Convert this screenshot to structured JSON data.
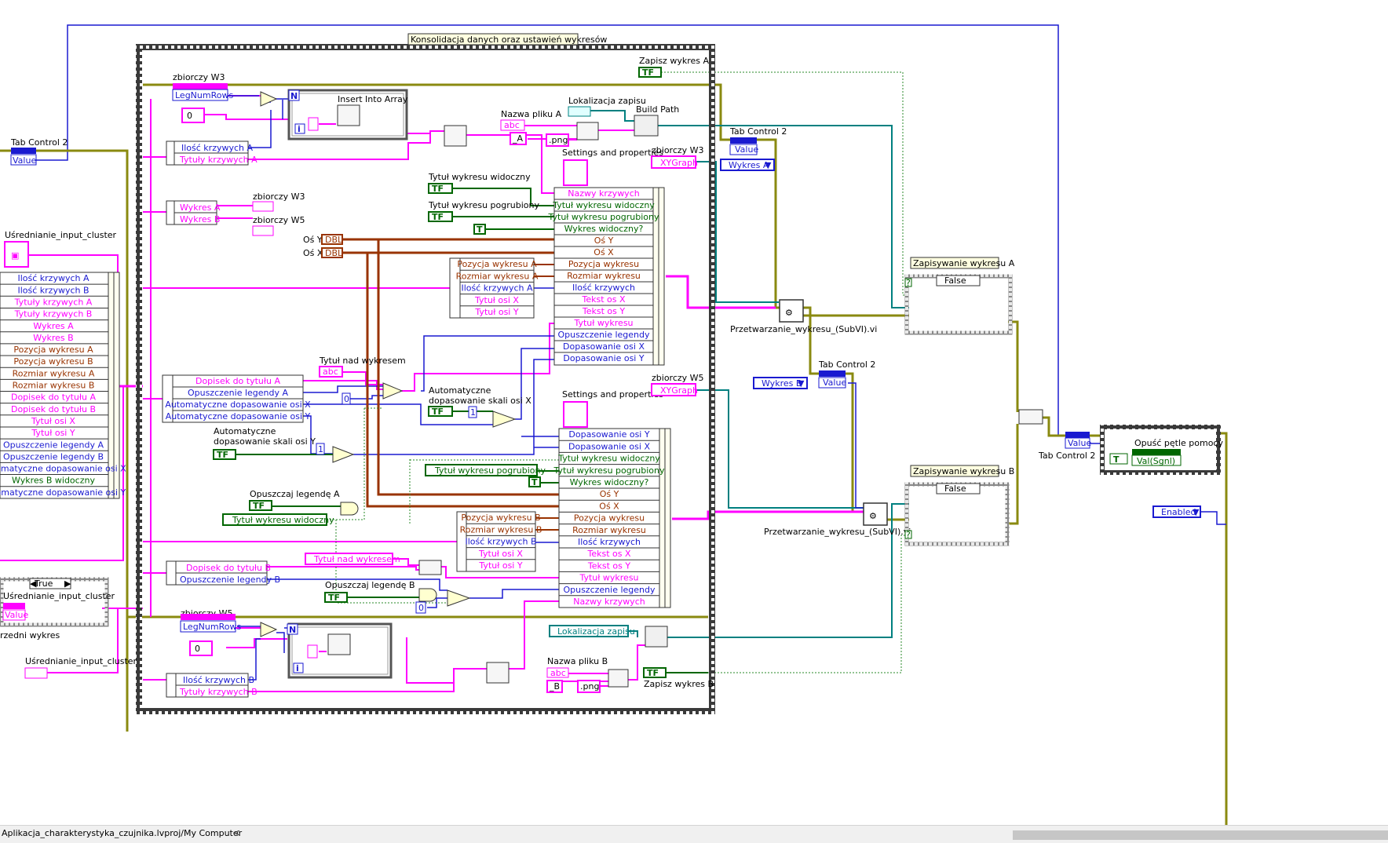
{
  "colors": {
    "wire_blue": "#1a1ad0",
    "wire_pink": "#ff00ff",
    "wire_green": "#006600",
    "wire_brown": "#993300",
    "wire_teal": "#008080",
    "wire_olive": "#6b6b00",
    "frame": "#303030"
  },
  "icon_names": [
    "gear-icon",
    "cluster-icon",
    "build-path-icon",
    "bundle-icon",
    "compound-arithmetic-icon",
    "and-icon",
    "decrement-icon"
  ],
  "diagram": {
    "sequence_title": "Konsolidacja danych oraz ustawień wykresów",
    "tab_control_left": "Tab Control 2",
    "value": "Value",
    "usr_input_cluster": "Uśrednianie_input_cluster",
    "big_cluster_items": [
      "Ilość krzywych A",
      "Ilość krzywych B",
      "Tytuły krzywych A",
      "Tytuły krzywych B",
      "Wykres A",
      "Wykres B",
      "Pozycja wykresu A",
      "Pozycja wykresu B",
      "Rozmiar wykresu A",
      "Rozmiar wykresu B",
      "Dopisek do tytułu A",
      "Dopisek do tytułu B",
      "Tytuł osi X",
      "Tytuł osi Y",
      "Opuszczenie legendy A",
      "Opuszczenie legendy B",
      "Automatyczne dopasowanie osi X",
      "Wykres B widoczny",
      "Automatyczne dopasowanie osi Y"
    ],
    "case_true_label": "True",
    "usr_input_cluster2": "Uśrednianie_input_cluster",
    "value2": "Value",
    "sredni_wykres": "rzedni wykres",
    "usr_input_cluster3": "Uśrednianie_input_cluster",
    "zbiorczy_w3": "zbiorczy W3",
    "leg_num_rows": "LegNumRows",
    "insert_into_array": "Insert Into Array",
    "const_zero": "0",
    "const_n": "N",
    "const_i": "i",
    "unb_a_items": [
      "Ilość krzywych A",
      "Tytuły krzywych A"
    ],
    "unb_wykres_items": [
      "Wykres A",
      "Wykres B"
    ],
    "zbiorczy_w3_b": "zbiorczy W3",
    "zbiorczy_w5_b": "zbiorczy W5",
    "nazwa_pliku_a": "Nazwa pliku A",
    "const_a": "_A",
    "const_png": ".png",
    "lokalizacja_zapisu": "Lokalizacja zapisu",
    "build_path": "Build Path",
    "settings_properties": "Settings and properties",
    "zbiorczy_w3_top": "zbiorczy W3",
    "xygraph": "XYGraph",
    "zapisz_wykres_a": "Zapisz wykres A",
    "tytul_widoczny": "Tytuł wykresu widoczny",
    "tytul_pogrubiony": "Tytuł wykresu pogrubiony",
    "const_tf": "TF",
    "const_t": "T",
    "const_dbl": "DBL",
    "os_y_label": "Oś Y",
    "os_x_label": "Oś X",
    "bundle_a_items": [
      "Nazwy krzywych",
      "Tytuł wykresu widoczny",
      "Tytuł wykresu pogrubiony",
      "Wykres widoczny?",
      "Oś Y",
      "Oś X",
      "Pozycja wykresu",
      "Rozmiar wykresu",
      "Ilość krzywych",
      "Tekst os X",
      "Tekst os Y",
      "Tytuł wykresu",
      "Opuszczenie legendy",
      "Dopasowanie osi X",
      "Dopasowanie osi Y"
    ],
    "unb_mid_items": [
      "Pozycja wykresu A",
      "Rozmiar wykresu A",
      "Ilość krzywych A",
      "Tytuł osi X",
      "Tytuł osi Y"
    ],
    "tytul_nad_wykresem": "Tytuł nad wykresem",
    "const_abc": "abc",
    "unb_dopisek_items": [
      "Dopisek do tytułu A",
      "Opuszczenie legendy A",
      "Automatyczne dopasowanie osi X",
      "Automatyczne dopasowanie osi Y"
    ],
    "auto_skala_x": [
      "Automatyczne",
      "dopasowanie skali osi X"
    ],
    "auto_skala_y": [
      "Automatyczne",
      "dopasowanie skali osi Y"
    ],
    "const_one": "1",
    "opuszczaj_legende_a": "Opuszczaj legendę A",
    "tytul_widoczny_local": "Tytuł wykresu widoczny",
    "tytul_pogrubiony_local": "Tytuł wykresu pogrubiony",
    "settings_properties_b": "Settings and properties",
    "zbiorczy_w5_top": "zbiorczy W5",
    "xygraph_b": "XYGraph",
    "bundle_b_items": [
      "Dopasowanie osi Y",
      "Dopasowanie osi X",
      "Tytuł wykresu widoczny",
      "Tytuł wykresu pogrubiony",
      "Wykres widoczny?",
      "Oś Y",
      "Oś X",
      "Pozycja wykresu",
      "Rozmiar wykresu",
      "Ilość krzywych",
      "Tekst os X",
      "Tekst os Y",
      "Tytuł wykresu",
      "Opuszczenie legendy",
      "Nazwy krzywych"
    ],
    "unb_mid_b_items": [
      "Pozycja wykresu B",
      "Rozmiar wykresu B",
      "Ilość krzywych B",
      "Tytuł osi X",
      "Tytuł osi Y"
    ],
    "unb_dop_b_items": [
      "Dopisek do tytułu B",
      "Opuszczenie legendy B"
    ],
    "tytul_nad_wykresem_local": "Tytuł nad wykresem",
    "opuszczaj_legende_b": "Opuszczaj legendę B",
    "zbiorczy_w5_bottom": "zbiorczy W5",
    "leg_num_rows_b": "LegNumRows",
    "unb_b_items": [
      "Ilość krzywych B",
      "Tytuły krzywych B"
    ],
    "lokalizacja_zapisu_local": "Lokalizacja zapisu",
    "nazwa_pliku_b": "Nazwa pliku B",
    "const_b": "_B",
    "const_png_b": ".png",
    "zapisz_wykres_b": "Zapisz wykres B",
    "tab_control_right1": "Tab Control 2",
    "wykres_a_enum": "Wykres A",
    "tab_control_right2": "Tab Control 2",
    "wykres_b_enum": "Wykres B",
    "subvi_a": "Przetwarzanie_wykresu_(SubVI).vi",
    "subvi_b": "Przetwarzanie_wykresu_(SubVI).vi",
    "case_a_title": "Zapisywanie wykresu A",
    "case_b_title": "Zapisywanie wykresu B",
    "case_false": "False",
    "tab_control_far": "Tab Control 2",
    "opusc_petle": "Opuść pętle pomocy",
    "val_sgnl": "Val(Sgnl)",
    "enabled": "Enabled",
    "q_mark": "?"
  },
  "status": {
    "path": "Aplikacja_charakterystyka_czujnika.lvproj/My Computer",
    "scroll_arrow": "<"
  }
}
